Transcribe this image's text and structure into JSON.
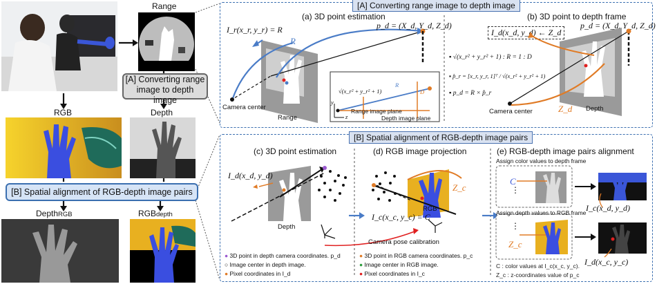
{
  "left": {
    "range_label": "Range",
    "rgb_label": "RGB",
    "depth_label": "Depth",
    "callout_a": [
      "[A] Converting range",
      "image to depth image"
    ],
    "banner_b": "[B] Spatial alignment of RGB-depth image pairs",
    "depth_rgb_label": {
      "main": "Depth",
      "sub": "RGB"
    },
    "rgb_depth_label": {
      "main": "RGB",
      "sub": "depth"
    }
  },
  "panel_a": {
    "title": "[A] Converting range image to depth image",
    "sub_a": "(a) 3D point estimation",
    "sub_b": "(b) 3D point to depth frame",
    "ir_eq": "I_r(x_r, y_r) = R",
    "R": "R",
    "pd_eq": "p_d = (X_d, Y_d, Z_d)",
    "camera_center": "Camera center",
    "range": "Range",
    "inset_sqrt": "√(x_r² + y_r² + 1)",
    "inset_R": "R",
    "inset_D": "D",
    "inset_y": "y",
    "inset_z": "z",
    "range_plane": "Range image plane",
    "depth_plane": "Depth image plane",
    "id_eq": "I_d(x_d, y_d) ← Z_d",
    "pd_eq_b": "p_d = (X_d, Y_d, Z_d)",
    "bullet1": "√(x_r² + y_r² + 1) : R = 1 : D",
    "bullet2": "p̂_r = [x_r, y_r, 1]ᵀ / √(x_r² + y_r² + 1)",
    "bullet3": "p_d = R × p̂_r",
    "camera_center_b": "Camera center",
    "zd": "Z_d",
    "depth_b": "Depth"
  },
  "panel_b": {
    "title": "[B] Spatial alignment of RGB-depth image pairs",
    "sub_c": "(c) 3D point estimation",
    "sub_d": "(d) RGB image projection",
    "sub_e": "(e) RGB-depth image pairs alignment",
    "id_eq": "I_d(x_d, y_d)",
    "depth": "Depth",
    "ic_eq": "I_c(x_c, y_c) = C",
    "zc": "Z_c",
    "rgb": "RGB",
    "pose": "Camera pose calibration",
    "assign_color": "Assign color values to depth frame",
    "assign_depth": "Assign depth values to RGB frame",
    "C": "C",
    "Zc": "Z_c",
    "ic_out": "I_c(x_d, y_d)",
    "id_out": "I_d(x_c, y_c)",
    "legend_c": [
      "3D point in depth camera coordinates. p_d",
      "Image center in depth image.",
      "Pixel coordinates in I_d"
    ],
    "legend_d": [
      "3D point in RGB camera coordinates. p_c",
      "Image center in RGB image.",
      "Pixel coordinates in I_c"
    ],
    "legend_e": [
      "C : color values at I_c(x_c, y_c).",
      "Z_c : z-coordinates value of p_c"
    ]
  },
  "colors": {
    "accent_blue": "#4a7cc7",
    "orange": "#e07b26",
    "panel_border": "#3b6fb0",
    "purple": "#9b59d0",
    "red": "#e02020",
    "green": "#2e9e3e"
  }
}
